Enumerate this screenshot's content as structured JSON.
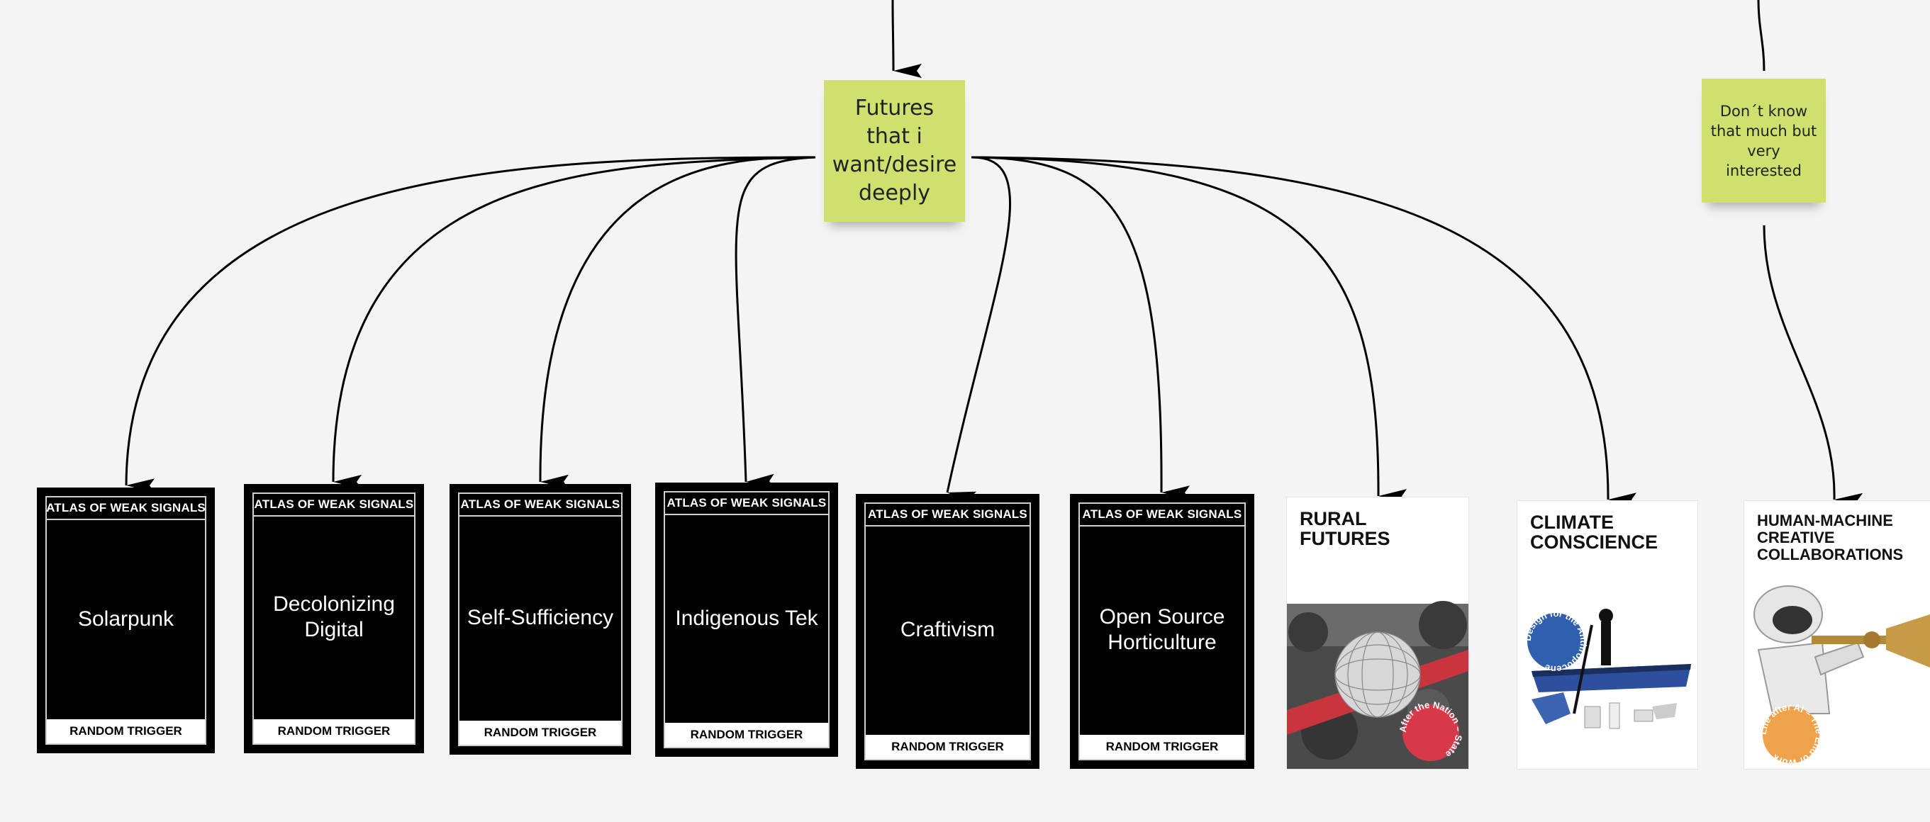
{
  "stickies": {
    "main": "Futures that i want/desire deeply",
    "side": "Don´t know that much but very interested"
  },
  "cards": {
    "header": "ATLAS OF WEAK SIGNALS",
    "footer": "RANDOM TRIGGER",
    "items": [
      {
        "title": "Solarpunk"
      },
      {
        "title": "Decolonizing Digital"
      },
      {
        "title": "Self-Sufficiency"
      },
      {
        "title": "Indigenous Tek"
      },
      {
        "title": "Craftivism"
      },
      {
        "title": "Open Source Horticulture"
      }
    ]
  },
  "posters": [
    {
      "title": "RURAL\nFUTURES",
      "badge": "After the Nation – State",
      "badge_color": "#d8394a"
    },
    {
      "title": "CLIMATE\nCONSCIENCE",
      "badge": "Design for the Anthropocene",
      "badge_color": "#2f5fae"
    },
    {
      "title": "HUMAN-MACHINE\nCREATIVE\nCOLLABORATIONS",
      "badge": "Life after AI – The End of Work",
      "badge_color": "#f0a24a"
    }
  ],
  "colors": {
    "background": "#f4f4f4",
    "sticky": "#cfe06e",
    "card": "#000000",
    "connector": "#000000"
  }
}
